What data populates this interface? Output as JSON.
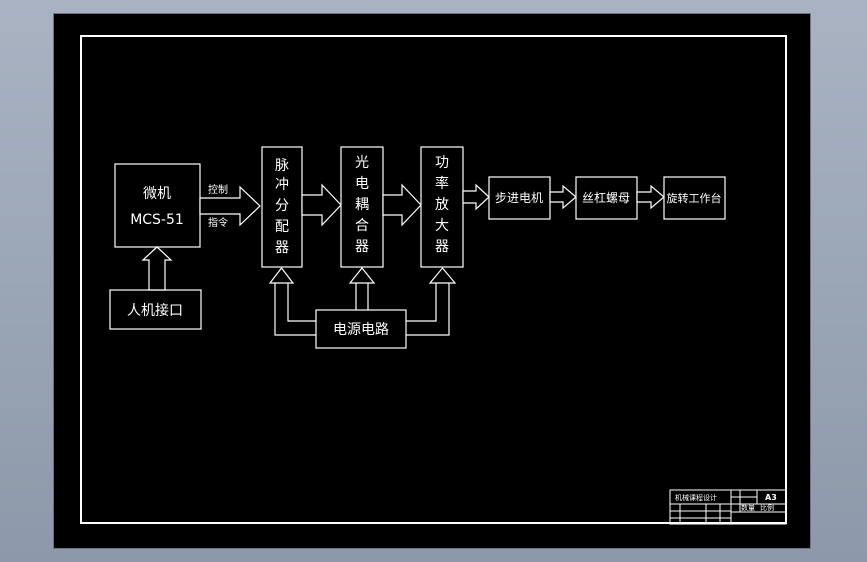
{
  "diagram": {
    "mcu": {
      "line1": "微机",
      "line2": "MCS-51"
    },
    "hmi": "人机接口",
    "signal_top": "控制",
    "signal_bottom": "指令",
    "pulse": [
      "脉",
      "冲",
      "分",
      "配",
      "器"
    ],
    "optocoupler": [
      "光",
      "电",
      "耦",
      "合",
      "器"
    ],
    "amplifier": [
      "功",
      "率",
      "放",
      "大",
      "器"
    ],
    "power": "电源电路",
    "stepper": "步进电机",
    "screw": "丝杠螺母",
    "table": "旋转工作台"
  },
  "title_block": {
    "design_title": "机械课程设计",
    "sheet_size": "A3",
    "cell_a": "数量",
    "cell_b": "比例"
  }
}
